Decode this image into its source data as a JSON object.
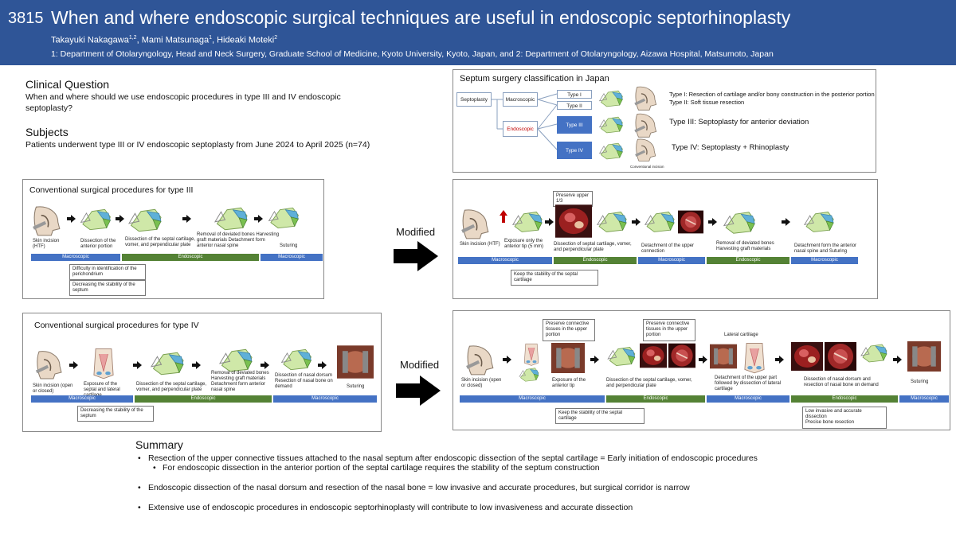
{
  "header": {
    "poster_id": "3815",
    "title": "When and where endoscopic surgical techniques are useful in endoscopic septorhinoplasty",
    "author1": "Takayuki Nakagawa",
    "author1_sup": "1,2",
    "author2": "Mami Matsunaga",
    "author2_sup": "1",
    "author3": "Hideaki Moteki",
    "author3_sup": "2",
    "affiliations": "1: Department of Otolaryngology, Head and Neck Surgery, Graduate School of Medicine, Kyoto University, Kyoto, Japan, and 2: Department of Otolaryngology, Aizawa Hospital, Matsumoto, Japan"
  },
  "clinical_question": {
    "heading": "Clinical Question",
    "text": "When and where should we use endoscopic procedures in type III and IV endoscopic septoplasty?"
  },
  "subjects": {
    "heading": "Subjects",
    "text": "Patients underwent type III or IV endoscopic septoplasty from June 2024 to April 2025 (n=74)"
  },
  "classification": {
    "title": "Septum surgery classification in Japan",
    "septoplasty": "Septoplasty",
    "macroscopic": "Macroscopic",
    "endoscopic": "Endoscopic",
    "type1": "Type I",
    "type2": "Type II",
    "type3": "Type III",
    "type4": "Type IV",
    "desc1": "Type I: Resection of cartilage and/or bony construction in the posterior portion",
    "desc2": "Type II: Soft tissue resection",
    "desc3": "Type III: Septoplasty for anterior deviation",
    "desc4": "Type IV: Septoplasty + Rhinoplasty",
    "conventional_incision": "Conventional incision"
  },
  "conv3": {
    "title": "Conventional surgical procedures for type III",
    "step1": "Skin incision (HTF)",
    "step2": "Dissection of the anterior portion",
    "step3": "Dissection of the septal cartilage, vomer, and perpendicular plate",
    "step4": "Removal of deviated bones Harvesting graft materials Detachment form anterior nasal spine",
    "step5": "Suturing",
    "bar_macro1": "Macroscopic",
    "bar_endo": "Endoscopic",
    "bar_macro2": "Macroscopic",
    "note1": "Difficulty in identification of the perichondrium",
    "note2": "Decreasing the stability of the septum"
  },
  "mod3": {
    "preserve": "Preserve upper 1/3",
    "step1": "Skin incision (HTF)",
    "step2": "Exposure only the anterior tip (5 mm)",
    "step3": "Dissection of septal cartilage, vomer, and perpendicular plate",
    "step4": "Detachment of the upper connection",
    "step5": "Removal of deviated bones Harvesting graft materials",
    "step6": "Detachment form the anterior nasal spine and Suturing",
    "bar_macro1": "Macroscopic",
    "bar_endo1": "Endoscopic",
    "bar_macro2": "Macroscopic",
    "bar_endo2": "Endoscopic",
    "bar_macro3": "Macroscopic",
    "note": "Keep the stability of the septal cartilage"
  },
  "conv4": {
    "title": "Conventional surgical procedures for type IV",
    "step1": "Skin incision (open or closed)",
    "step2": "Exposure of the septal and lateral cartilage",
    "step3": "Dissection of the septal cartilage, vomer, and perpendicular plate",
    "step4": "Removal of deviated bones Harvesting graft materials Detachment form anterior nasal spine",
    "step5": "Dissection of nasal dorsum Resection of nasal bone on demand",
    "step6": "Suturing",
    "bar_macro1": "Macroscopic",
    "bar_endo": "Endoscopic",
    "bar_macro2": "Macroscopic",
    "note": "Decreasing the stability of the septum"
  },
  "mod4": {
    "preserve1": "Preserve connective tissues in the upper portion",
    "preserve2": "Preserve connective tissues in the upper portion",
    "lateral": "Lateral cartilage",
    "step1": "Skin incision (open or closed)",
    "step2": "Exposure of the anterior tip",
    "step3": "Dissection of the septal cartilage, vomer, and perpendicular plate",
    "step4": "Detachment of the upper part followed by dissection of lateral cartilage",
    "step5": "Dissection of nasal dorsum and resection of nasal bone on demand",
    "step6": "Suturing",
    "bar_macro1": "Macroscopic",
    "bar_endo1": "Endoscopic",
    "bar_macro2": "Macroscopic",
    "bar_endo2": "Endoscopic",
    "bar_macro3": "Macroscopic",
    "note1": "Keep the stability of the septal cartilage",
    "note2a": "Low invasive and accurate dissection",
    "note2b": "Precise bone resection"
  },
  "modified_label_1": "Modified",
  "modified_label_2": "Modified",
  "summary": {
    "heading": "Summary",
    "b1": "Resection of the upper connective tissues attached to the nasal septum after endoscopic dissection of the septal cartilage = Early initiation of endoscopic procedures",
    "b1a": "For endoscopic dissection in the anterior portion of the septal cartilage requires the stability of the septum construction",
    "b2": "Endoscopic dissection of the nasal dorsum and resection of the nasal bone = low invasive and accurate procedures, but  surgical corridor is narrow",
    "b3": "Extensive use of endoscopic procedures in endoscopic septorhinoplasty will contribute to low invasiveness and accurate dissection"
  }
}
